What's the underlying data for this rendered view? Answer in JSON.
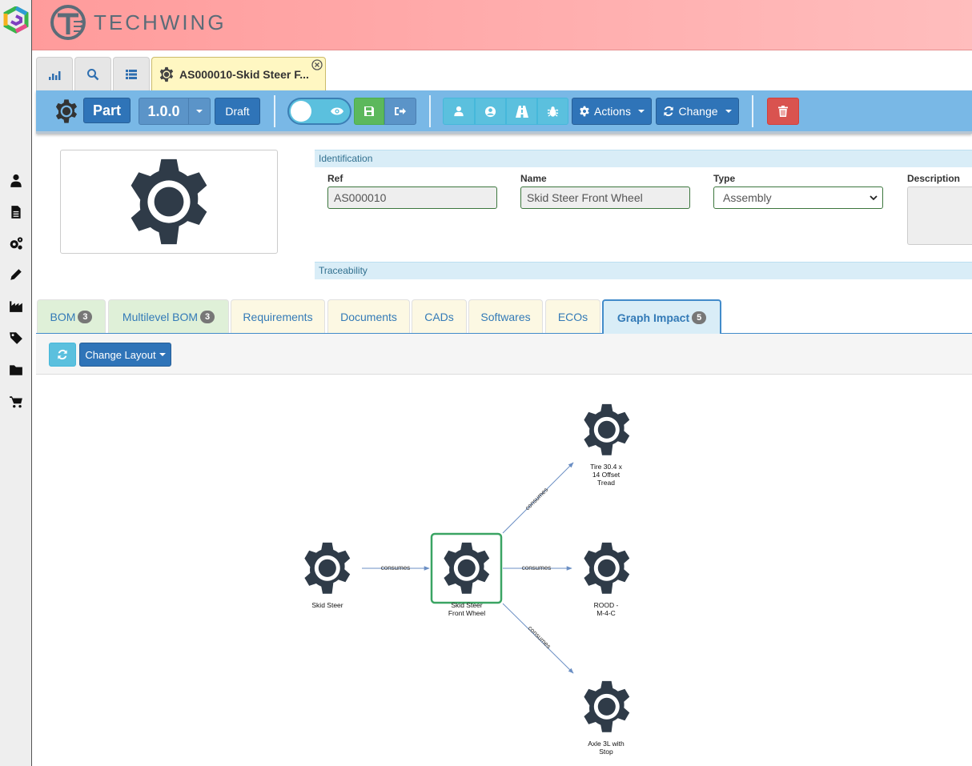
{
  "brand": {
    "name": "TECHWING"
  },
  "nav": {
    "tab_icons": [
      "dashboard-icon",
      "search-icon",
      "list-icon"
    ],
    "doc_tab": {
      "label": "AS000010-Skid Steer F...",
      "icon": "gear-icon"
    }
  },
  "toolbar": {
    "type_label": "Part",
    "version": "1.0.0",
    "status": "Draft",
    "actions_label": "Actions",
    "change_label": "Change"
  },
  "identification": {
    "heading": "Identification",
    "ref_label": "Ref",
    "ref_value": "AS000010",
    "name_label": "Name",
    "name_value": "Skid Steer Front Wheel",
    "type_label": "Type",
    "type_value": "Assembly",
    "description_label": "Description"
  },
  "traceability": {
    "heading": "Traceability"
  },
  "tabs": [
    {
      "label": "BOM",
      "badge": "3"
    },
    {
      "label": "Multilevel BOM",
      "badge": "3"
    },
    {
      "label": "Requirements"
    },
    {
      "label": "Documents"
    },
    {
      "label": "CADs"
    },
    {
      "label": "Softwares"
    },
    {
      "label": "ECOs"
    },
    {
      "label": "Graph Impact",
      "badge": "5"
    }
  ],
  "graph_toolbar": {
    "change_layout_label": "Change Layout"
  },
  "graph": {
    "nodes": {
      "parent": [
        "Skid Steer"
      ],
      "current": [
        "Skid Steer",
        "Front Wheel"
      ],
      "tire": [
        "Tire 30.4 x",
        "14 Offset",
        "Tread"
      ],
      "rood": [
        "ROOD -",
        "M-4-C"
      ],
      "axle": [
        "Axle 3L with",
        "Stop"
      ]
    },
    "edge_label": "consumes"
  },
  "colors": {
    "banner": "#ff9b9b",
    "toolbar": "#79b8e6",
    "primary": "#2f74b8",
    "selected_node": "#3aa463"
  }
}
